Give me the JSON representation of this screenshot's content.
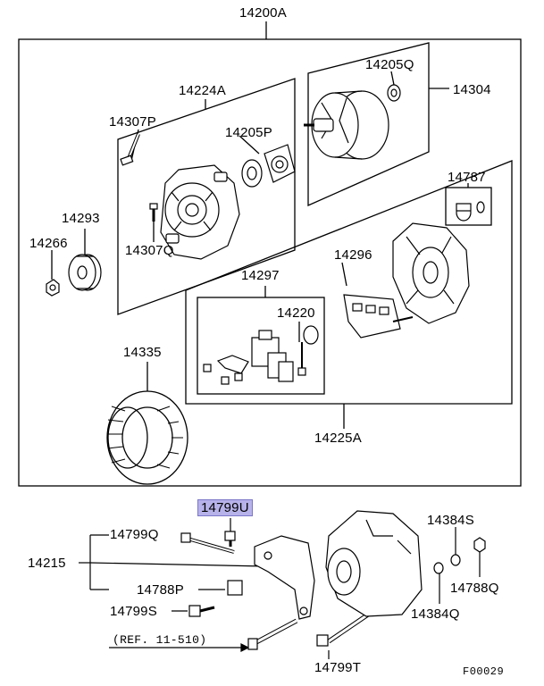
{
  "diagram": {
    "top_assembly": "14200A",
    "labels": {
      "p14224A": "14224A",
      "p14307P": "14307P",
      "p14205P": "14205P",
      "p14205Q": "14205Q",
      "p14304": "14304",
      "p14293": "14293",
      "p14266": "14266",
      "p14307Q": "14307Q",
      "p14787": "14787",
      "p14297": "14297",
      "p14296": "14296",
      "p14220": "14220",
      "p14335": "14335",
      "p14225A": "14225A",
      "p14799U": "14799U",
      "p14799Q": "14799Q",
      "p14215": "14215",
      "p14788P": "14788P",
      "p14799S": "14799S",
      "p14384S": "14384S",
      "p14788Q": "14788Q",
      "p14384Q": "14384Q",
      "p14799T": "14799T"
    },
    "reference": "(REF. 11-510)",
    "figure_code": "F00029",
    "highlight_color": "#b7b3ea"
  }
}
